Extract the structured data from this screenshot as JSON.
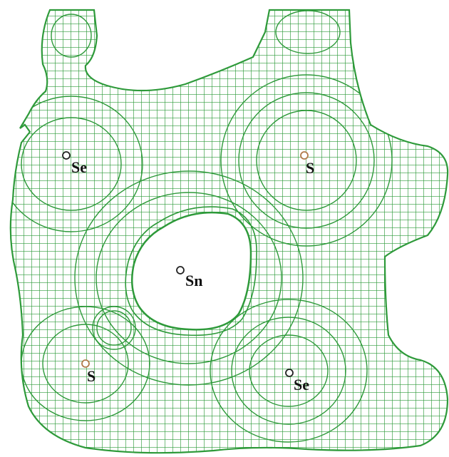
{
  "figure": {
    "mesh_color": "#2e9a3a",
    "atoms": [
      {
        "label": "Se",
        "marker_color": "#222222"
      },
      {
        "label": "S",
        "marker_color": "#b07a4a"
      },
      {
        "label": "Sn",
        "marker_color": "#222222"
      },
      {
        "label": "S",
        "marker_color": "#b07a4a"
      },
      {
        "label": "Se",
        "marker_color": "#222222"
      }
    ]
  }
}
